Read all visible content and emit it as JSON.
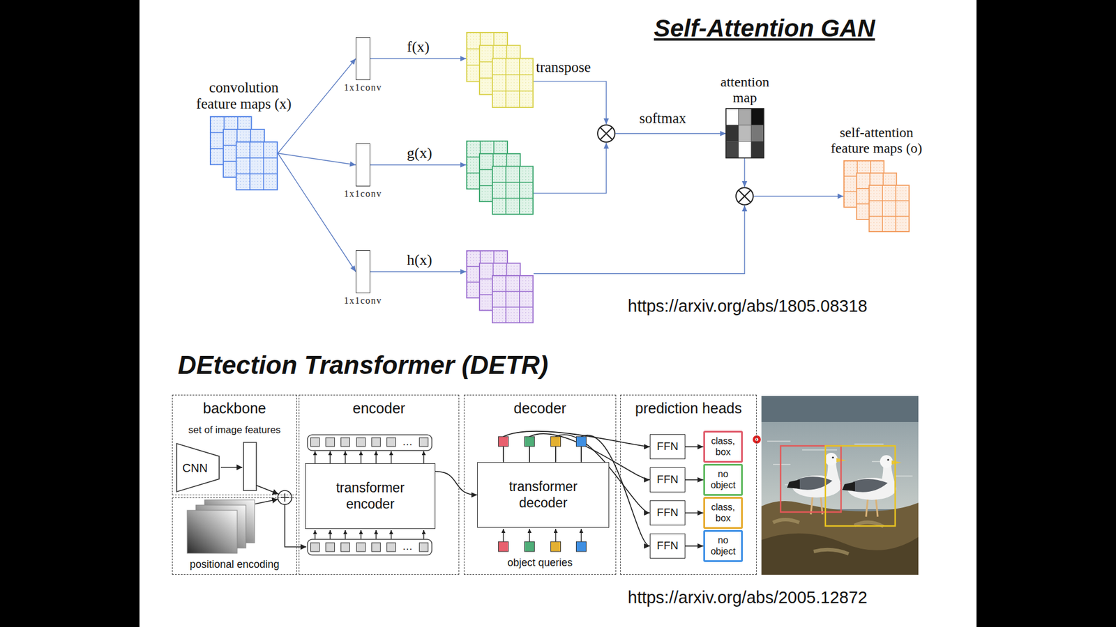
{
  "diagram": {
    "title": "Self-Attention GAN",
    "nodes": [
      {
        "text": [
          "convolution feature maps (x)"
        ]
      },
      {
        "text": [
          "1x1conv"
        ]
      },
      {
        "text": [
          "1x1conv"
        ]
      },
      {
        "text": [
          "1x1conv"
        ]
      },
      {
        "text": []
      },
      {
        "text": []
      },
      {
        "text": []
      },
      {
        "text": []
      },
      {
        "text": [
          "attention map"
        ]
      },
      {
        "text": []
      },
      {
        "text": [
          "self-attention feature maps (o)"
        ]
      },
      {
        "text": [
          "backbone",
          "set of image features"
        ]
      },
      {
        "text": [
          "CNN"
        ],
        "in": 11
      },
      {
        "text": [
          "positional encoding"
        ]
      },
      {
        "text": [
          "encoder"
        ]
      },
      {
        "text": [
          "transformer encoder"
        ],
        "in": 14
      },
      {
        "text": [
          "decoder",
          "object queries"
        ]
      },
      {
        "text": [
          "transformer decoder"
        ],
        "in": 16
      },
      {
        "text": [
          "prediction heads"
        ]
      },
      {
        "text": [
          "FFN"
        ],
        "in": 18
      },
      {
        "text": [
          "class, box"
        ],
        "in": 18
      },
      {
        "text": [
          "FFN"
        ],
        "in": 18
      },
      {
        "text": [
          "no object"
        ],
        "in": 18
      },
      {
        "text": [
          "FFN"
        ],
        "in": 18
      },
      {
        "text": [
          "class, box"
        ],
        "in": 18
      },
      {
        "text": [
          "FFN"
        ],
        "in": 18
      },
      {
        "text": [
          "no object"
        ],
        "in": 18
      }
    ],
    "edges": [
      {
        "from": 0,
        "to": 1,
        "arrow": "to"
      },
      {
        "from": 0,
        "to": 2,
        "arrow": "to"
      },
      {
        "from": 0,
        "to": 3,
        "arrow": "to"
      },
      {
        "from": 1,
        "to": 4,
        "label": "f(x)",
        "arrow": "to"
      },
      {
        "from": 2,
        "to": 5,
        "label": "g(x)",
        "arrow": "to"
      },
      {
        "from": 3,
        "to": 6,
        "label": "h(x)",
        "arrow": "to"
      },
      {
        "from": 4,
        "to": 7,
        "label": "transpose",
        "arrow": "to"
      },
      {
        "from": 5,
        "to": 7,
        "arrow": "to"
      },
      {
        "from": 7,
        "to": 8,
        "label": "softmax",
        "arrow": "to"
      },
      {
        "from": 8,
        "to": 9,
        "arrow": "to"
      },
      {
        "from": 6,
        "to": 9,
        "arrow": "to"
      },
      {
        "from": 9,
        "to": 10,
        "arrow": "to"
      },
      {
        "from": 15,
        "to": 17,
        "arrow": "to"
      },
      {
        "from": 17,
        "to": 19,
        "arrow": "to"
      },
      {
        "from": 17,
        "to": 21,
        "arrow": "to"
      },
      {
        "from": 17,
        "to": 23,
        "arrow": "to"
      },
      {
        "from": 17,
        "to": 25,
        "arrow": "to"
      },
      {
        "from": 19,
        "to": 20,
        "arrow": "to"
      },
      {
        "from": 21,
        "to": 22,
        "arrow": "to"
      },
      {
        "from": 23,
        "to": 24,
        "arrow": "to"
      },
      {
        "from": 25,
        "to": 26,
        "arrow": "to"
      }
    ],
    "labels": [
      "https://arxiv.org/abs/1805.08318",
      "DEtection Transformer (DETR)",
      "…",
      "…",
      "https://arxiv.org/abs/2005.12872"
    ]
  }
}
